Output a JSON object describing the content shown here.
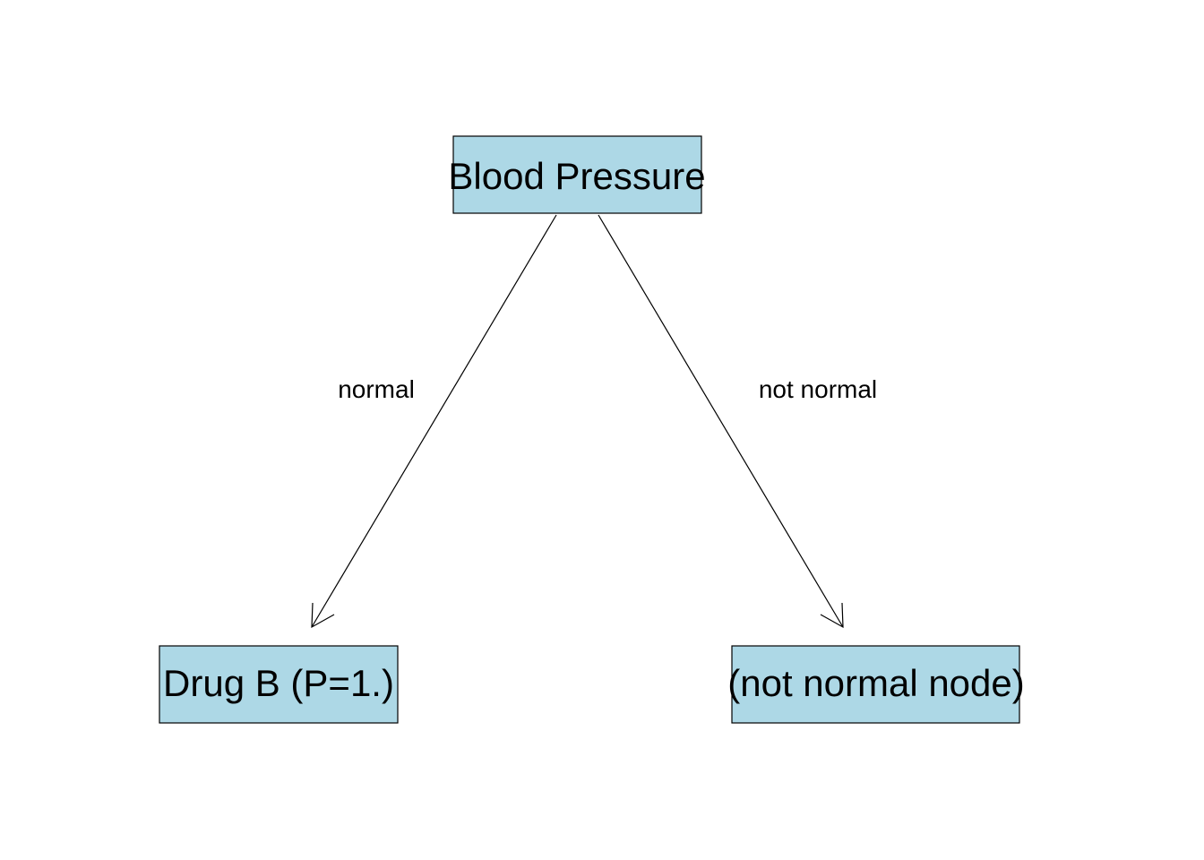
{
  "colors": {
    "node_fill": "#add8e6",
    "node_stroke": "#000000",
    "edge_stroke": "#000000"
  },
  "nodes": {
    "root": {
      "label": "Blood Pressure"
    },
    "left": {
      "label": "Drug B (P=1.)"
    },
    "right": {
      "label": "(not normal node)"
    }
  },
  "edges": {
    "left": {
      "label": "normal"
    },
    "right": {
      "label": "not normal"
    }
  }
}
